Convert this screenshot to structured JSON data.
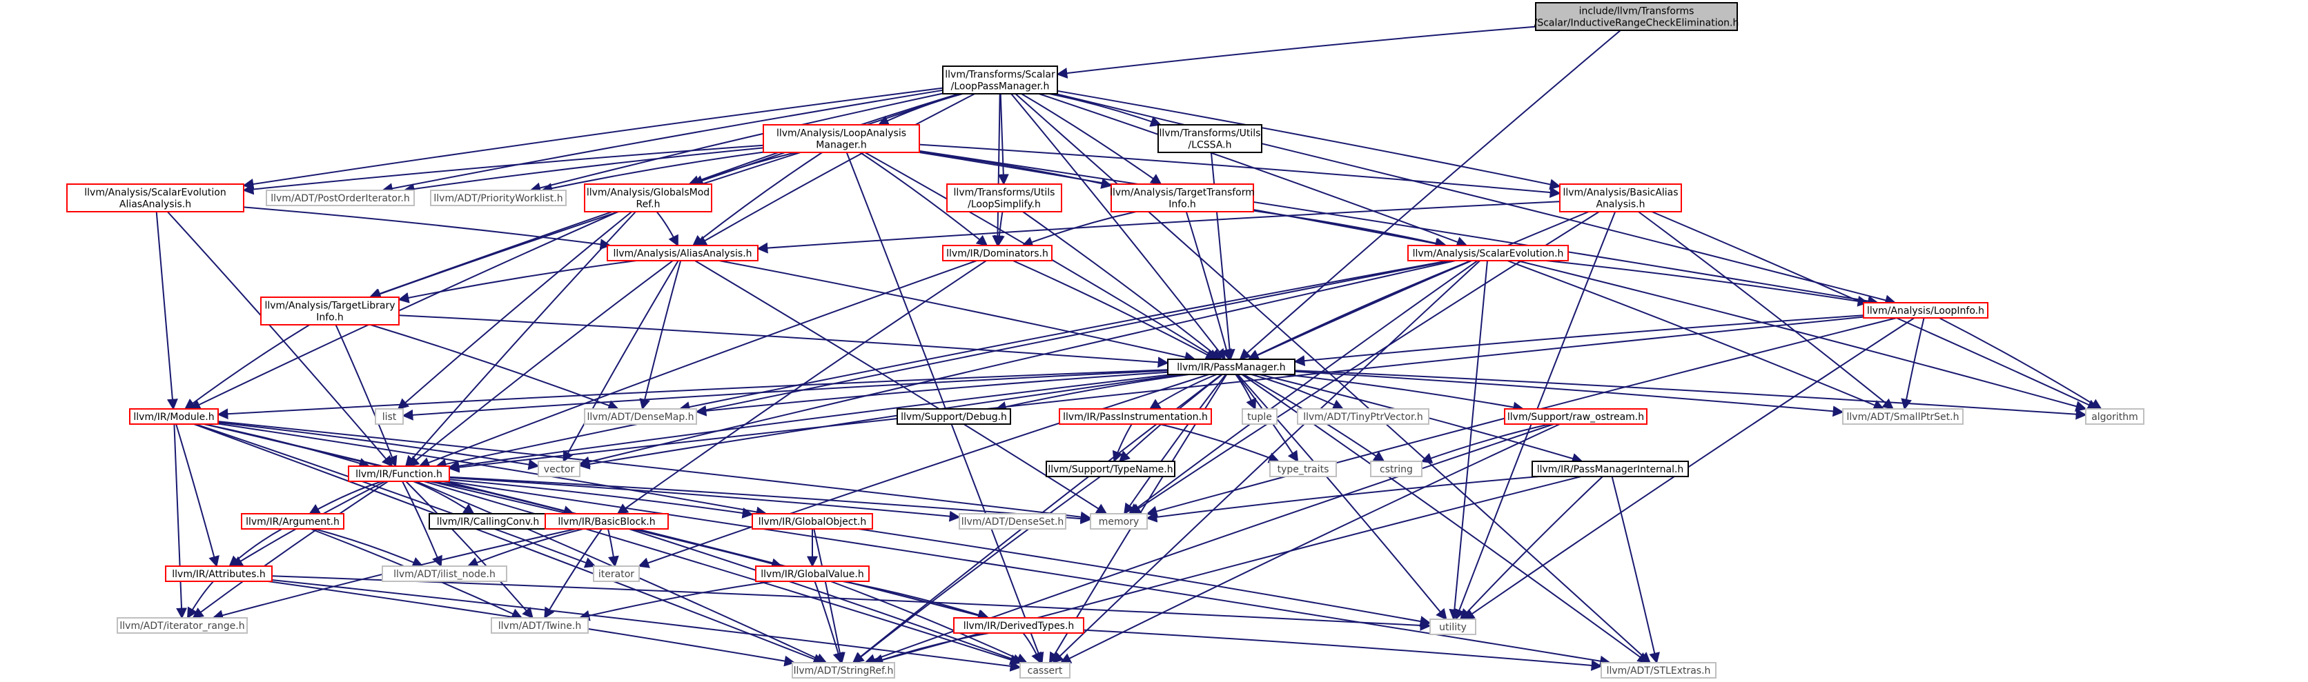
{
  "colors": {
    "root_fill": "#bfbfbf",
    "normal_border": "#000000",
    "external_border": "#ff0000",
    "missing_border": "#bfbfbf",
    "missing_text": "#444444",
    "edge": "#191970"
  },
  "nodes": [
    {
      "id": "root",
      "kind": "root",
      "lines": [
        "include/llvm/Transforms",
        "/Scalar/InductiveRangeCheckElimination.h"
      ]
    },
    {
      "id": "lpm",
      "kind": "normal",
      "lines": [
        "llvm/Transforms/Scalar",
        "/LoopPassManager.h"
      ]
    },
    {
      "id": "lam",
      "kind": "red",
      "lines": [
        "llvm/Analysis/LoopAnalysis",
        "Manager.h"
      ]
    },
    {
      "id": "lcssa",
      "kind": "normal",
      "lines": [
        "llvm/Transforms/Utils",
        "/LCSSA.h"
      ]
    },
    {
      "id": "scevaa",
      "kind": "red",
      "lines": [
        "llvm/Analysis/ScalarEvolution",
        "AliasAnalysis.h"
      ]
    },
    {
      "id": "poi",
      "kind": "gray",
      "lines": [
        "llvm/ADT/PostOrderIterator.h"
      ]
    },
    {
      "id": "pwl",
      "kind": "gray",
      "lines": [
        "llvm/ADT/PriorityWorklist.h"
      ]
    },
    {
      "id": "gmr",
      "kind": "red",
      "lines": [
        "llvm/Analysis/GlobalsMod",
        "Ref.h"
      ]
    },
    {
      "id": "ls",
      "kind": "red",
      "lines": [
        "llvm/Transforms/Utils",
        "/LoopSimplify.h"
      ]
    },
    {
      "id": "tti",
      "kind": "red",
      "lines": [
        "llvm/Analysis/TargetTransform",
        "Info.h"
      ]
    },
    {
      "id": "baa",
      "kind": "red",
      "lines": [
        "llvm/Analysis/BasicAlias",
        "Analysis.h"
      ]
    },
    {
      "id": "aa",
      "kind": "red",
      "lines": [
        "llvm/Analysis/AliasAnalysis.h"
      ]
    },
    {
      "id": "dom",
      "kind": "red",
      "lines": [
        "llvm/IR/Dominators.h"
      ]
    },
    {
      "id": "se",
      "kind": "red",
      "lines": [
        "llvm/Analysis/ScalarEvolution.h"
      ]
    },
    {
      "id": "tli",
      "kind": "red",
      "lines": [
        "llvm/Analysis/TargetLibrary",
        "Info.h"
      ]
    },
    {
      "id": "li",
      "kind": "red",
      "lines": [
        "llvm/Analysis/LoopInfo.h"
      ]
    },
    {
      "id": "pm",
      "kind": "normal",
      "lines": [
        "llvm/IR/PassManager.h"
      ]
    },
    {
      "id": "module",
      "kind": "red",
      "lines": [
        "llvm/IR/Module.h"
      ]
    },
    {
      "id": "list",
      "kind": "gray",
      "lines": [
        "list"
      ]
    },
    {
      "id": "densemap",
      "kind": "gray",
      "lines": [
        "llvm/ADT/DenseMap.h"
      ]
    },
    {
      "id": "debug",
      "kind": "normal",
      "lines": [
        "llvm/Support/Debug.h"
      ]
    },
    {
      "id": "pi",
      "kind": "red",
      "lines": [
        "llvm/IR/PassInstrumentation.h"
      ]
    },
    {
      "id": "tuple",
      "kind": "gray",
      "lines": [
        "tuple"
      ]
    },
    {
      "id": "tpv",
      "kind": "gray",
      "lines": [
        "llvm/ADT/TinyPtrVector.h"
      ]
    },
    {
      "id": "ros",
      "kind": "red",
      "lines": [
        "llvm/Support/raw_ostream.h"
      ]
    },
    {
      "id": "sps",
      "kind": "gray",
      "lines": [
        "llvm/ADT/SmallPtrSet.h"
      ]
    },
    {
      "id": "algorithm",
      "kind": "gray",
      "lines": [
        "algorithm"
      ]
    },
    {
      "id": "vector",
      "kind": "gray",
      "lines": [
        "vector"
      ]
    },
    {
      "id": "function",
      "kind": "red",
      "lines": [
        "llvm/IR/Function.h"
      ]
    },
    {
      "id": "typename",
      "kind": "normal",
      "lines": [
        "llvm/Support/TypeName.h"
      ]
    },
    {
      "id": "type_traits",
      "kind": "gray",
      "lines": [
        "type_traits"
      ]
    },
    {
      "id": "cstring",
      "kind": "gray",
      "lines": [
        "cstring"
      ]
    },
    {
      "id": "pmi",
      "kind": "normal",
      "lines": [
        "llvm/IR/PassManagerInternal.h"
      ]
    },
    {
      "id": "memory",
      "kind": "gray",
      "lines": [
        "memory"
      ]
    },
    {
      "id": "argument",
      "kind": "red",
      "lines": [
        "llvm/IR/Argument.h"
      ]
    },
    {
      "id": "cc",
      "kind": "normal",
      "lines": [
        "llvm/IR/CallingConv.h"
      ]
    },
    {
      "id": "bb",
      "kind": "red",
      "lines": [
        "llvm/IR/BasicBlock.h"
      ]
    },
    {
      "id": "go",
      "kind": "red",
      "lines": [
        "llvm/IR/GlobalObject.h"
      ]
    },
    {
      "id": "denseset",
      "kind": "gray",
      "lines": [
        "llvm/ADT/DenseSet.h"
      ]
    },
    {
      "id": "attrs",
      "kind": "red",
      "lines": [
        "llvm/IR/Attributes.h"
      ]
    },
    {
      "id": "ilist",
      "kind": "gray",
      "lines": [
        "llvm/ADT/ilist_node.h"
      ]
    },
    {
      "id": "iterator",
      "kind": "gray",
      "lines": [
        "iterator"
      ]
    },
    {
      "id": "gv",
      "kind": "red",
      "lines": [
        "llvm/IR/GlobalValue.h"
      ]
    },
    {
      "id": "utility",
      "kind": "gray",
      "lines": [
        "utility"
      ]
    },
    {
      "id": "itrange",
      "kind": "gray",
      "lines": [
        "llvm/ADT/iterator_range.h"
      ]
    },
    {
      "id": "twine",
      "kind": "gray",
      "lines": [
        "llvm/ADT/Twine.h"
      ]
    },
    {
      "id": "dt",
      "kind": "red",
      "lines": [
        "llvm/IR/DerivedTypes.h"
      ]
    },
    {
      "id": "stringref",
      "kind": "gray",
      "lines": [
        "llvm/ADT/StringRef.h"
      ]
    },
    {
      "id": "cassert",
      "kind": "gray",
      "lines": [
        "cassert"
      ]
    },
    {
      "id": "stlextras",
      "kind": "gray",
      "lines": [
        "llvm/ADT/STLExtras.h"
      ]
    }
  ],
  "edges": [
    [
      "root",
      "lpm"
    ],
    [
      "root",
      "pm"
    ],
    [
      "lpm",
      "lam"
    ],
    [
      "lpm",
      "lcssa"
    ],
    [
      "lpm",
      "scevaa"
    ],
    [
      "lpm",
      "poi"
    ],
    [
      "lpm",
      "pwl"
    ],
    [
      "lpm",
      "gmr"
    ],
    [
      "lpm",
      "ls"
    ],
    [
      "lpm",
      "tti"
    ],
    [
      "lpm",
      "baa"
    ],
    [
      "lpm",
      "aa"
    ],
    [
      "lpm",
      "dom"
    ],
    [
      "lpm",
      "se"
    ],
    [
      "lpm",
      "tli"
    ],
    [
      "lpm",
      "li"
    ],
    [
      "lpm",
      "pm"
    ],
    [
      "lpm",
      "stlextras"
    ],
    [
      "lam",
      "scevaa"
    ],
    [
      "lam",
      "poi"
    ],
    [
      "lam",
      "pwl"
    ],
    [
      "lam",
      "gmr"
    ],
    [
      "lam",
      "tti"
    ],
    [
      "lam",
      "baa"
    ],
    [
      "lam",
      "aa"
    ],
    [
      "lam",
      "dom"
    ],
    [
      "lam",
      "se"
    ],
    [
      "lam",
      "tli"
    ],
    [
      "lam",
      "li"
    ],
    [
      "lam",
      "pm"
    ],
    [
      "lam",
      "cassert"
    ],
    [
      "lcssa",
      "pm"
    ],
    [
      "scevaa",
      "aa"
    ],
    [
      "scevaa",
      "module"
    ],
    [
      "scevaa",
      "function"
    ],
    [
      "gmr",
      "aa"
    ],
    [
      "gmr",
      "module"
    ],
    [
      "gmr",
      "function"
    ],
    [
      "gmr",
      "list"
    ],
    [
      "ls",
      "dom"
    ],
    [
      "ls",
      "pm"
    ],
    [
      "tti",
      "pm"
    ],
    [
      "tti",
      "dom"
    ],
    [
      "tti",
      "se"
    ],
    [
      "baa",
      "aa"
    ],
    [
      "baa",
      "pm"
    ],
    [
      "baa",
      "sps"
    ],
    [
      "baa",
      "algorithm"
    ],
    [
      "baa",
      "utility"
    ],
    [
      "baa",
      "memory"
    ],
    [
      "aa",
      "tli"
    ],
    [
      "aa",
      "pm"
    ],
    [
      "aa",
      "function"
    ],
    [
      "aa",
      "densemap"
    ],
    [
      "aa",
      "vector"
    ],
    [
      "aa",
      "memory"
    ],
    [
      "dom",
      "pm"
    ],
    [
      "dom",
      "bb"
    ],
    [
      "dom",
      "function"
    ],
    [
      "se",
      "li"
    ],
    [
      "se",
      "pm"
    ],
    [
      "se",
      "densemap"
    ],
    [
      "se",
      "sps"
    ],
    [
      "se",
      "function"
    ],
    [
      "se",
      "vector"
    ],
    [
      "se",
      "cassert"
    ],
    [
      "se",
      "utility"
    ],
    [
      "se",
      "memory"
    ],
    [
      "se",
      "algorithm"
    ],
    [
      "tli",
      "pm"
    ],
    [
      "tli",
      "module"
    ],
    [
      "tli",
      "function"
    ],
    [
      "tli",
      "densemap"
    ],
    [
      "li",
      "pm"
    ],
    [
      "li",
      "sps"
    ],
    [
      "li",
      "algorithm"
    ],
    [
      "li",
      "utility"
    ],
    [
      "li",
      "function"
    ],
    [
      "li",
      "memory"
    ],
    [
      "pm",
      "module"
    ],
    [
      "pm",
      "list"
    ],
    [
      "pm",
      "densemap"
    ],
    [
      "pm",
      "debug"
    ],
    [
      "pm",
      "pi"
    ],
    [
      "pm",
      "tuple"
    ],
    [
      "pm",
      "tpv"
    ],
    [
      "pm",
      "ros"
    ],
    [
      "pm",
      "sps"
    ],
    [
      "pm",
      "algorithm"
    ],
    [
      "pm",
      "vector"
    ],
    [
      "pm",
      "function"
    ],
    [
      "pm",
      "typename"
    ],
    [
      "pm",
      "type_traits"
    ],
    [
      "pm",
      "cstring"
    ],
    [
      "pm",
      "pmi"
    ],
    [
      "pm",
      "memory"
    ],
    [
      "pm",
      "utility"
    ],
    [
      "pm",
      "iterator"
    ],
    [
      "pm",
      "cassert"
    ],
    [
      "pm",
      "stlextras"
    ],
    [
      "pm",
      "stringref"
    ],
    [
      "module",
      "function"
    ],
    [
      "module",
      "vector"
    ],
    [
      "module",
      "memory"
    ],
    [
      "module",
      "attrs"
    ],
    [
      "module",
      "itrange"
    ],
    [
      "module",
      "stringref"
    ],
    [
      "module",
      "iterator"
    ],
    [
      "module",
      "go"
    ],
    [
      "module",
      "gv"
    ],
    [
      "module",
      "dt"
    ],
    [
      "pi",
      "type_traits"
    ],
    [
      "pi",
      "typename"
    ],
    [
      "ros",
      "cstring"
    ],
    [
      "ros",
      "stringref"
    ],
    [
      "ros",
      "cassert"
    ],
    [
      "typename",
      "stringref"
    ],
    [
      "pmi",
      "memory"
    ],
    [
      "pmi",
      "utility"
    ],
    [
      "pmi",
      "stlextras"
    ],
    [
      "pmi",
      "stringref"
    ],
    [
      "function",
      "argument"
    ],
    [
      "function",
      "cc"
    ],
    [
      "function",
      "bb"
    ],
    [
      "function",
      "go"
    ],
    [
      "function",
      "denseset"
    ],
    [
      "function",
      "attrs"
    ],
    [
      "function",
      "ilist"
    ],
    [
      "function",
      "itrange"
    ],
    [
      "function",
      "twine"
    ],
    [
      "function",
      "stringref"
    ],
    [
      "function",
      "memory"
    ],
    [
      "function",
      "cassert"
    ],
    [
      "function",
      "stlextras"
    ],
    [
      "function",
      "dt"
    ],
    [
      "argument",
      "attrs"
    ],
    [
      "argument",
      "twine"
    ],
    [
      "argument",
      "ilist"
    ],
    [
      "bb",
      "ilist"
    ],
    [
      "bb",
      "iterator"
    ],
    [
      "bb",
      "twine"
    ],
    [
      "bb",
      "itrange"
    ],
    [
      "bb",
      "cassert"
    ],
    [
      "go",
      "gv"
    ],
    [
      "go",
      "stringref"
    ],
    [
      "go",
      "utility"
    ],
    [
      "attrs",
      "itrange"
    ],
    [
      "attrs",
      "stringref"
    ],
    [
      "attrs",
      "utility"
    ],
    [
      "attrs",
      "cassert"
    ],
    [
      "gv",
      "dt"
    ],
    [
      "gv",
      "twine"
    ],
    [
      "gv",
      "stringref"
    ],
    [
      "gv",
      "cassert"
    ],
    [
      "dt",
      "stringref"
    ],
    [
      "dt",
      "stlextras"
    ],
    [
      "dt",
      "cassert"
    ]
  ]
}
